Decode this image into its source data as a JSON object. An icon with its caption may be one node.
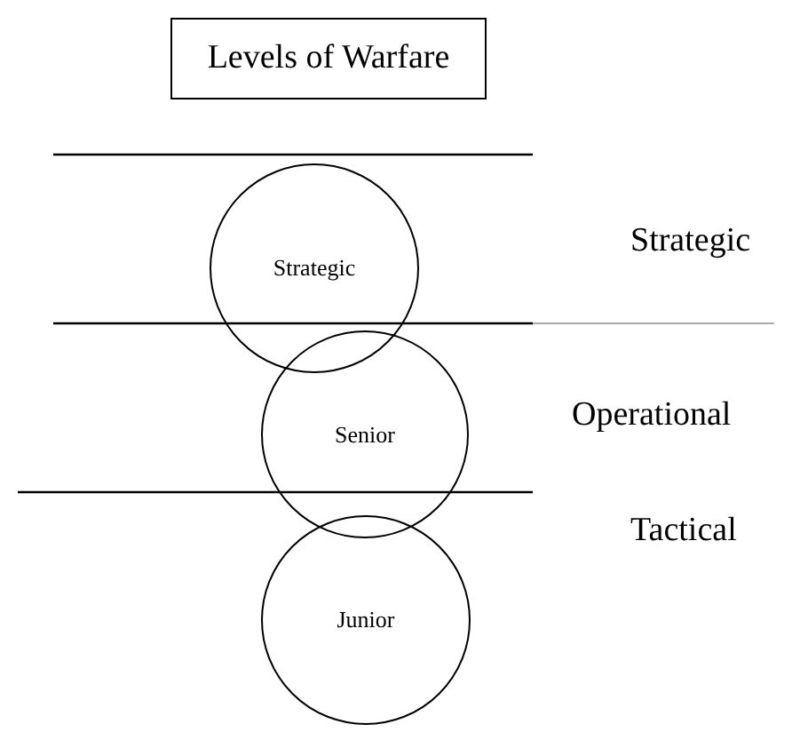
{
  "diagram": {
    "title": "Levels of Warfare",
    "nodes": [
      {
        "text": [
          "Strategic"
        ]
      },
      {
        "text": [
          "Senior"
        ]
      },
      {
        "text": [
          "Junior"
        ]
      }
    ],
    "labels": [
      "Strategic",
      "Operational",
      "Tactical"
    ]
  }
}
